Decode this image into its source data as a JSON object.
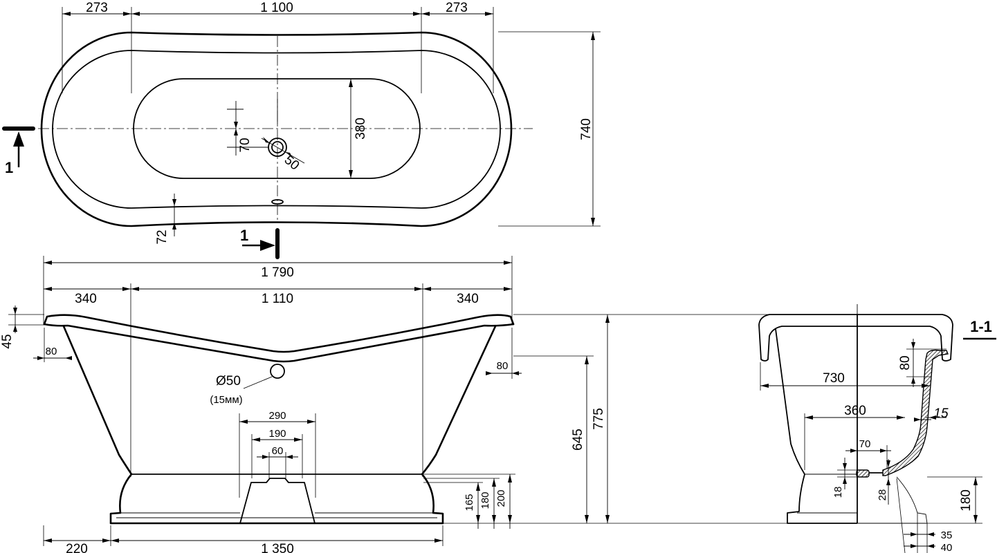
{
  "top_view": {
    "dim_left_end": "273",
    "dim_middle": "1 100",
    "dim_right_end": "273",
    "dim_width": "740",
    "dim_basin_width": "380",
    "dim_drain_offset": "70",
    "dim_drain_diameter": "50",
    "dim_rim": "72"
  },
  "section_marks": {
    "left": "1",
    "bottom": "1",
    "title": "1-1"
  },
  "front_view": {
    "dim_overall": "1 790",
    "dim_left": "340",
    "dim_center": "1 110",
    "dim_right": "340",
    "dim_lip_height": "45",
    "dim_lip_left": "80",
    "dim_lip_right": "80",
    "overflow_label": "Ø50",
    "overflow_note": "(15мм)",
    "dim_cutout_outer": "290",
    "dim_cutout_mid": "190",
    "dim_cutout_inner": "60",
    "dim_base_165": "165",
    "dim_base_180": "180",
    "dim_base_200": "200",
    "dim_height_645": "645",
    "dim_height_775": "775",
    "dim_base_offset": "220",
    "dim_base_length": "1 350"
  },
  "section_view": {
    "dim_730": "730",
    "dim_360": "360",
    "dim_80": "80",
    "dim_15": "15",
    "dim_70": "70",
    "dim_18": "18",
    "dim_28": "28",
    "dim_180": "180",
    "dim_35": "35",
    "dim_40": "40"
  }
}
